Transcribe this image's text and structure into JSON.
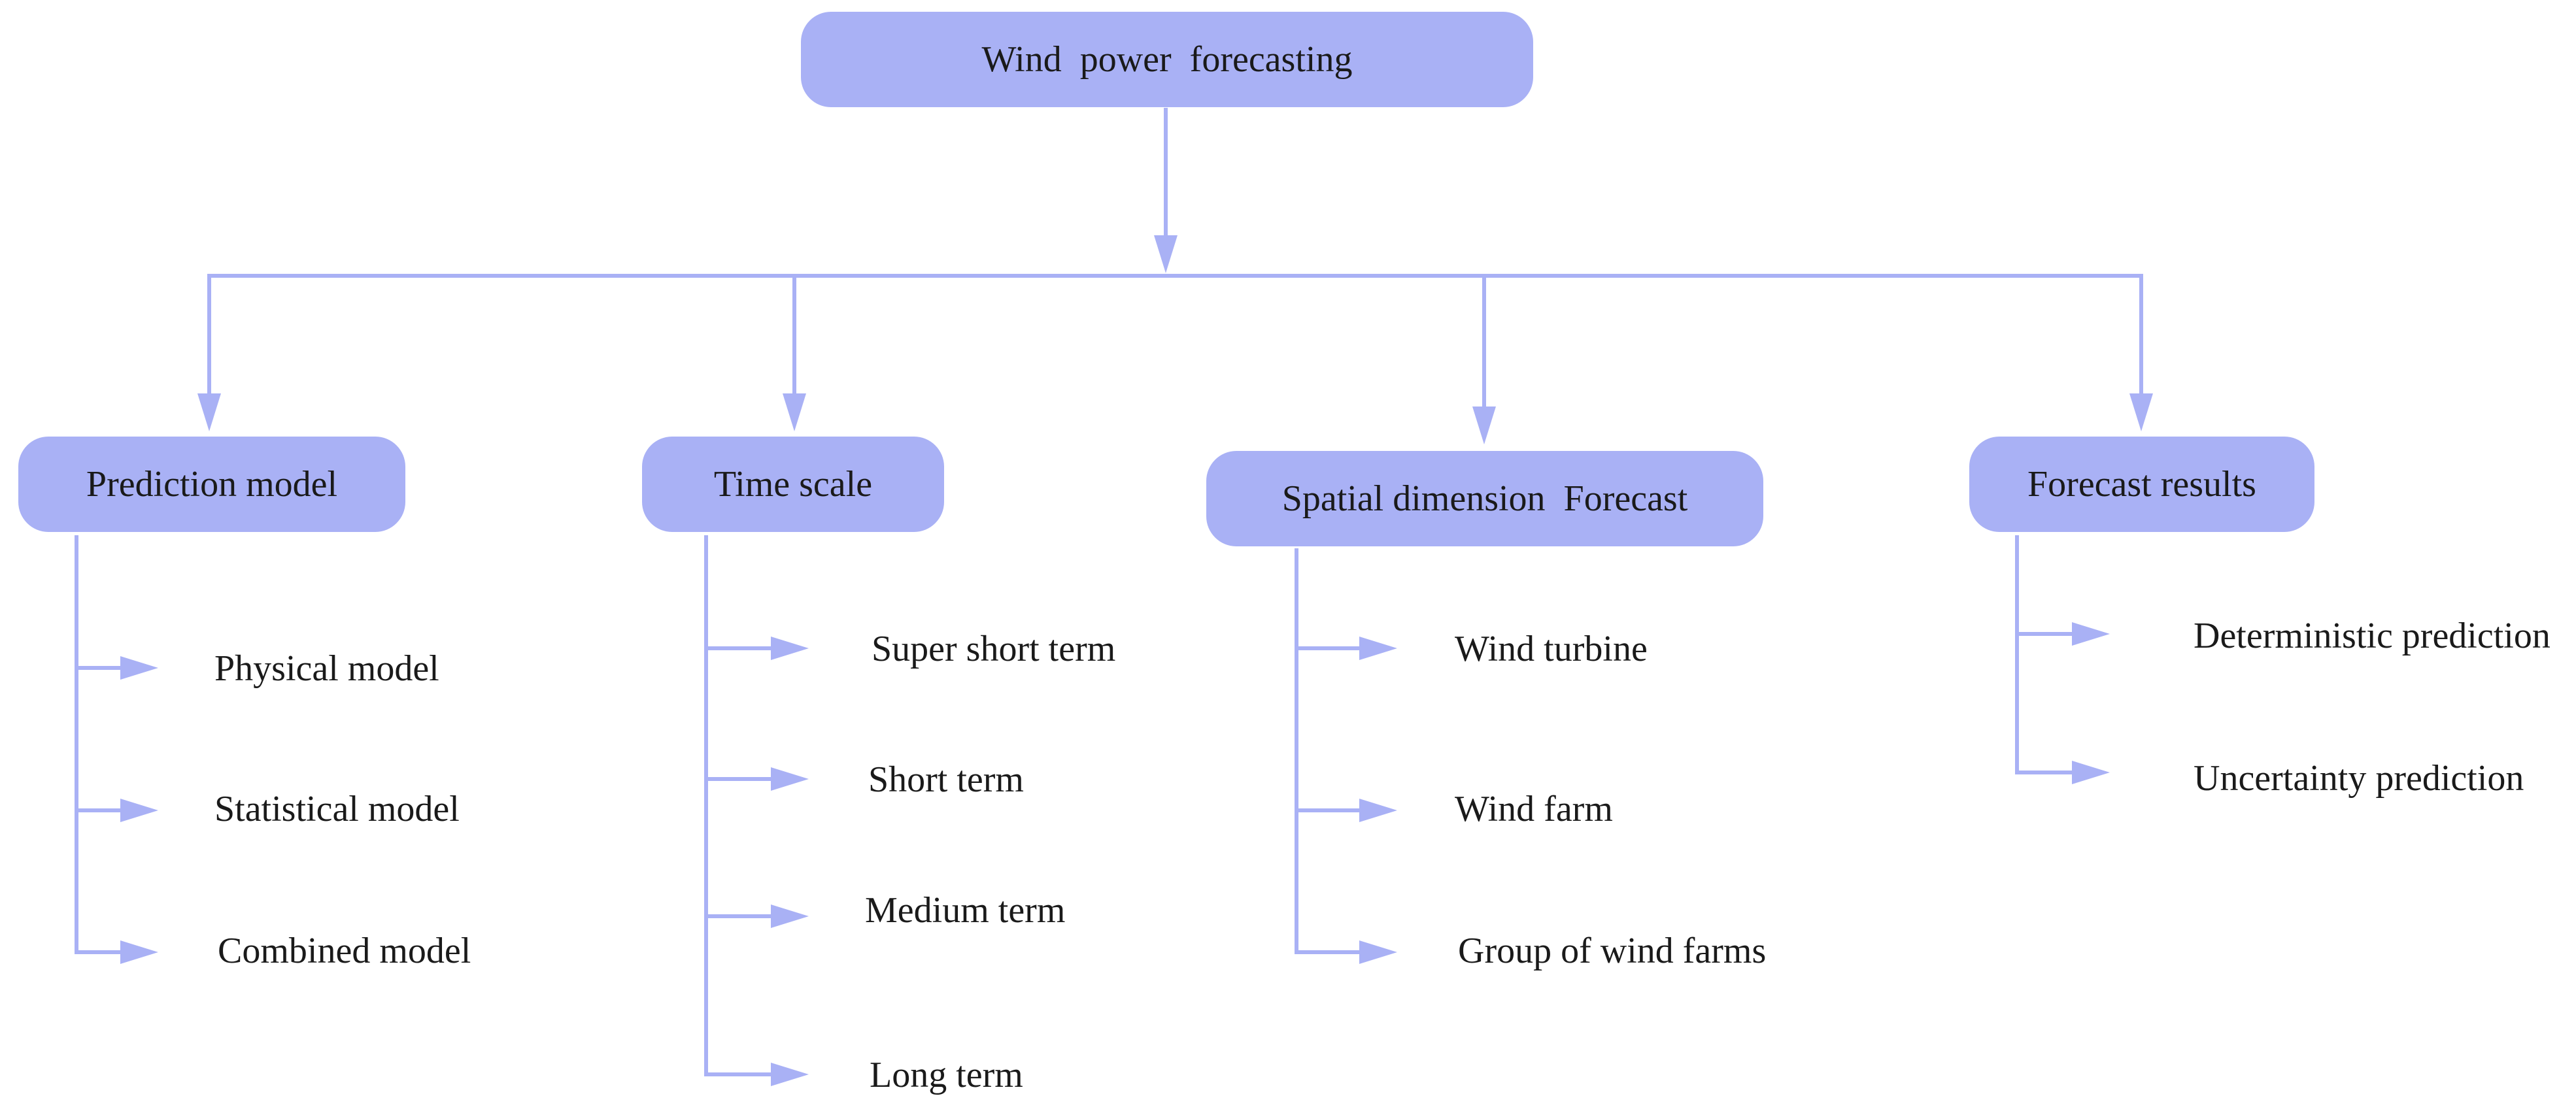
{
  "colors": {
    "node_fill": "#a9b1f5",
    "connector": "#a9b1f5",
    "text": "#1a1a1a",
    "background": "#ffffff"
  },
  "root": {
    "label": "Wind  power  forecasting"
  },
  "categories": [
    {
      "label": "Prediction model",
      "items": [
        "Physical model",
        "Statistical model",
        "Combined model"
      ]
    },
    {
      "label": "Time scale",
      "items": [
        "Super short term",
        "Short term",
        "Medium term",
        "Long term"
      ]
    },
    {
      "label": "Spatial dimension  Forecast",
      "items": [
        "Wind turbine",
        "Wind farm",
        "Group of wind farms"
      ]
    },
    {
      "label": "Forecast results",
      "items": [
        "Deterministic prediction",
        "Uncertainty prediction"
      ]
    }
  ]
}
